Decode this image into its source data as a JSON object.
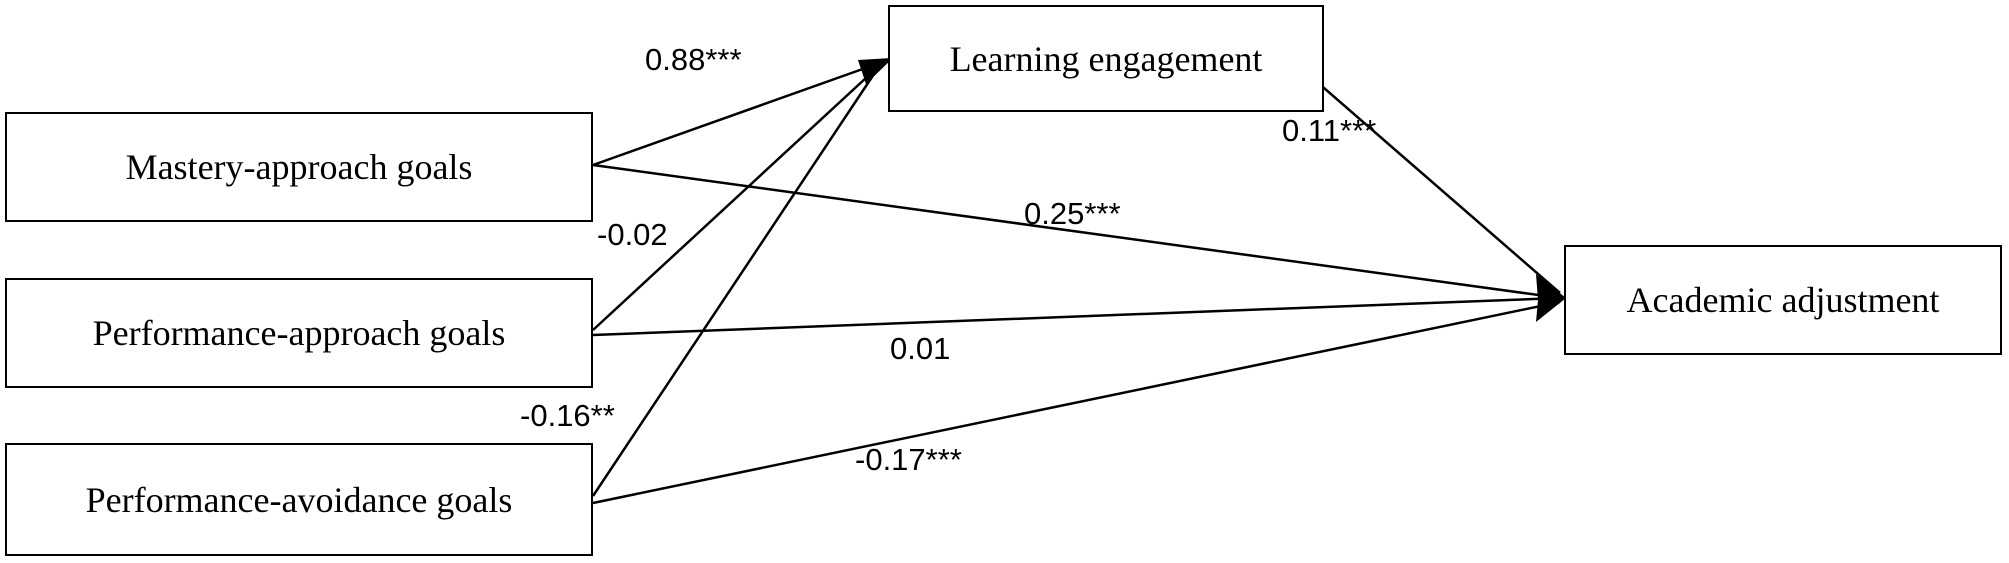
{
  "nodes": {
    "mastery_approach": "Mastery-approach goals",
    "performance_approach": "Performance-approach goals",
    "performance_avoidance": "Performance-avoidance goals",
    "learning_engagement": "Learning engagement",
    "academic_adjustment": "Academic adjustment"
  },
  "paths": [
    {
      "from": "Mastery-approach goals",
      "to": "Learning engagement",
      "coefficient": "0.88***"
    },
    {
      "from": "Performance-approach goals",
      "to": "Learning engagement",
      "coefficient": "-0.02"
    },
    {
      "from": "Performance-avoidance goals",
      "to": "Learning engagement",
      "coefficient": "-0.16**"
    },
    {
      "from": "Learning engagement",
      "to": "Academic adjustment",
      "coefficient": "0.11***"
    },
    {
      "from": "Mastery-approach goals",
      "to": "Academic adjustment",
      "coefficient": "0.25***"
    },
    {
      "from": "Performance-approach goals",
      "to": "Academic adjustment",
      "coefficient": "0.01"
    },
    {
      "from": "Performance-avoidance goals",
      "to": "Academic adjustment",
      "coefficient": "-0.17***"
    }
  ],
  "colors": {
    "line": "#000000",
    "background": "#ffffff"
  }
}
